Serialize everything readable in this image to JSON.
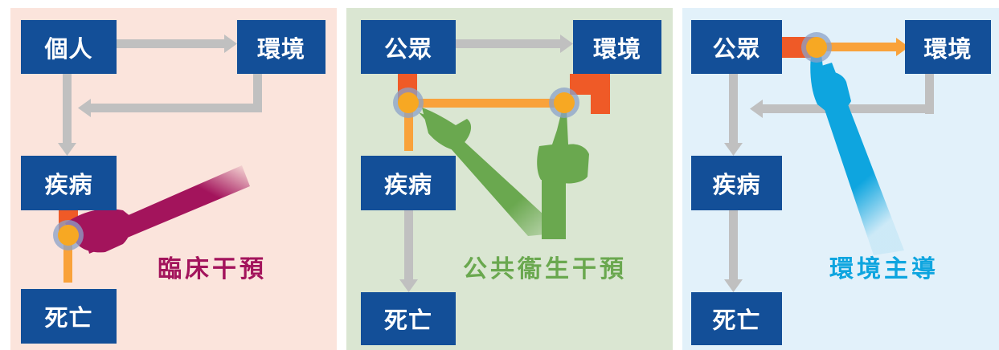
{
  "colors": {
    "box": "#134f98",
    "panel1_bg": "#fbe4dc",
    "panel2_bg": "#dae6d2",
    "panel3_bg": "#e2f1fa",
    "connector": "#c0c0c0",
    "active_path": "#ef5a27",
    "highlight_path": "#f9a23a",
    "clinical": "#a3145c",
    "public_health": "#6aa84f",
    "environment": "#0ea5df"
  },
  "panels": [
    {
      "boxes": {
        "top_left": "個人",
        "top_right": "環境",
        "middle": "疾病",
        "bottom": "死亡"
      },
      "caption": "臨床干預",
      "hand_icon": "magenta-hand-icon"
    },
    {
      "boxes": {
        "top_left": "公眾",
        "top_right": "環境",
        "middle": "疾病",
        "bottom": "死亡"
      },
      "caption": "公共衞生干預",
      "hand_icon": "green-hands-icon"
    },
    {
      "boxes": {
        "top_left": "公眾",
        "top_right": "環境",
        "middle": "疾病",
        "bottom": "死亡"
      },
      "caption": "環境主導",
      "hand_icon": "blue-hand-icon"
    }
  ]
}
